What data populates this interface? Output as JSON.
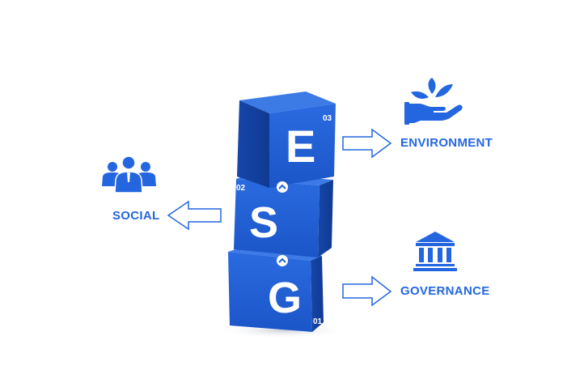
{
  "cubes": [
    {
      "letter": "E",
      "number": "03"
    },
    {
      "letter": "S",
      "number": "02"
    },
    {
      "letter": "G",
      "number": "01"
    }
  ],
  "labels": {
    "environment": "ENVIRONMENT",
    "social": "SOCIAL",
    "governance": "GOVERNANCE"
  },
  "icons": {
    "environment": "hand-with-leaves-icon",
    "social": "people-group-icon",
    "governance": "institution-building-icon"
  },
  "colors": {
    "cube_front": "#1f5fd6",
    "cube_side": "#1446a8",
    "cube_top": "#3a7bea",
    "accent": "#2466e0",
    "arrow_stroke": "#2466e0"
  }
}
